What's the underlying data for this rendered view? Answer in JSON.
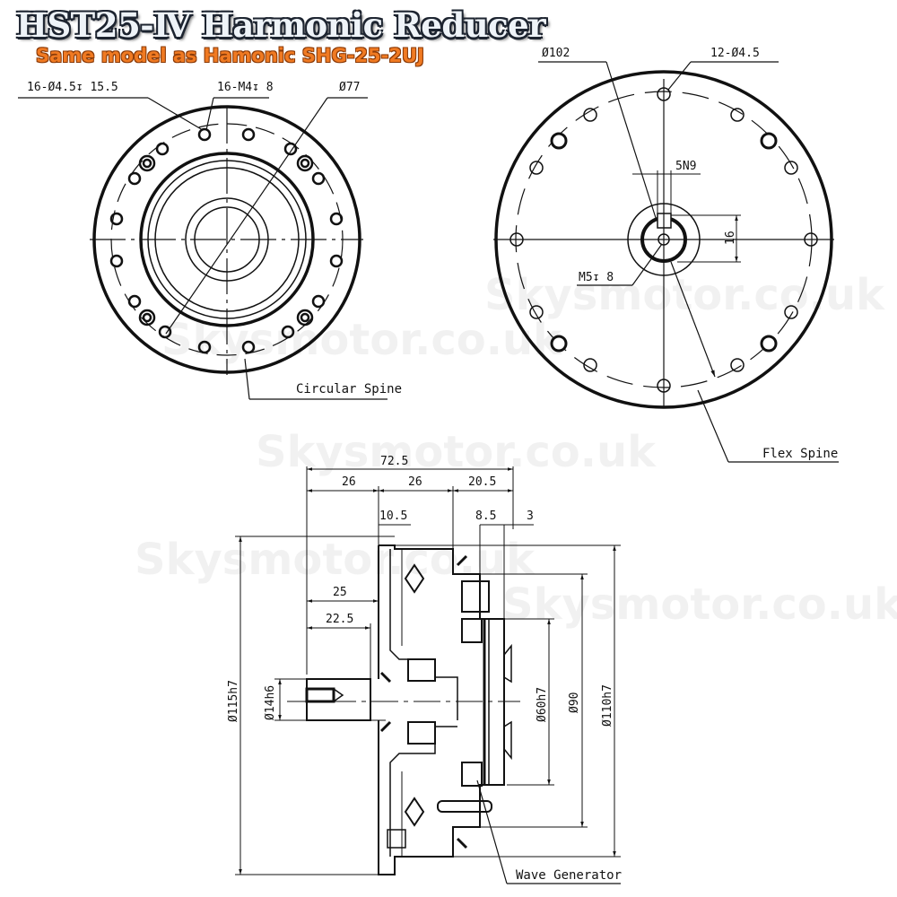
{
  "title": {
    "main": "HST25-Ⅳ Harmonic Reducer",
    "subtitle": "Same model as Hamonic SHG-25-2UJ",
    "colors": {
      "main_fill": "#eef3f8",
      "main_outline": "#1d2430",
      "subtitle": "#f07a22"
    }
  },
  "watermark": {
    "text": "Skysmotor.co.uk"
  },
  "front_view_left": {
    "callouts": {
      "holes_a": "16-Ø4.5↧ 15.5",
      "holes_b": "16-M4↧ 8",
      "diameter": "Ø77"
    },
    "part_label": "Circular Spine"
  },
  "front_view_right": {
    "callouts": {
      "diameter": "Ø102",
      "holes": "12-Ø4.5",
      "keyway_width": "5N9",
      "keyway_height": "16",
      "center_thread": "M5↧ 8"
    },
    "part_label": "Flex Spine"
  },
  "side_view": {
    "horizontal_dims": {
      "overall": "72.5",
      "seg1": "26",
      "seg2": "26",
      "seg3": "20.5",
      "d_10_5": "10.5",
      "d_8_5": "8.5",
      "d_3": "3",
      "d_25": "25",
      "d_22_5": "22.5"
    },
    "vertical_dims": {
      "d115": "Ø115h7",
      "d14": "Ø14h6",
      "d60": "Ø60h7",
      "d90": "Ø90",
      "d110": "Ø110h7"
    },
    "part_label": "Wave Generator"
  }
}
